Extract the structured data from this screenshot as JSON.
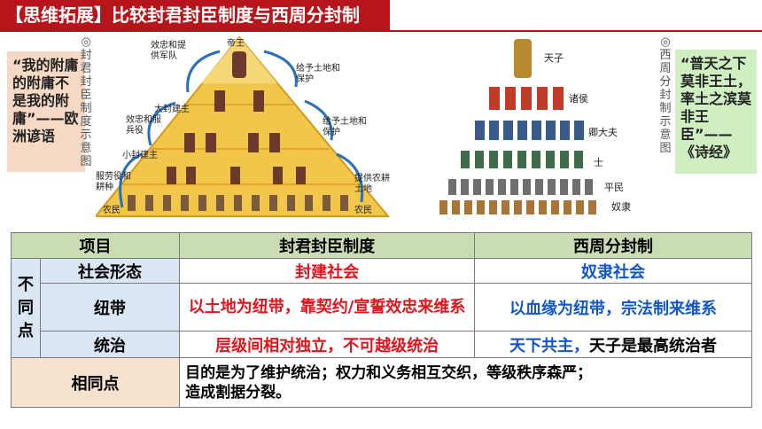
{
  "title": "【思维拓展】比较封君封臣制度与西周分封制",
  "quote_left": "“我的附庸的附庸不是我的附庸”——欧洲谚语",
  "quote_right": "“普天之下莫非王土，率土之滨莫非王臣”——《诗经》",
  "caption_left": "◎封君封臣制度示意图",
  "caption_right": "◎西周分封制示意图",
  "left_diagram": {
    "levels": [
      "帝王",
      "大封建主",
      "小封建主",
      "农民"
    ],
    "up_labels": [
      "效忠和提供军队",
      "效忠和服兵役",
      "服劳役和耕种"
    ],
    "down_labels": [
      "给予土地和保护",
      "给予土地和保护",
      "提供农耕土地"
    ]
  },
  "right_diagram": {
    "levels": [
      "天子",
      "诸侯",
      "卿大夫",
      "士",
      "平民",
      "奴隶"
    ]
  },
  "table": {
    "headers": [
      "项目",
      "封君封臣制度",
      "西周分封制"
    ],
    "side_label": "不同点",
    "rows": [
      {
        "item": "社会形态",
        "left": "封建社会",
        "right": "奴隶社会"
      },
      {
        "item": "纽带",
        "left": "以土地为纽带，靠契约/宣誓效忠来维系",
        "right": "以血缘为纽带，宗法制来维系"
      },
      {
        "item": "统治",
        "left": "层级间相对独立，不可越级统治",
        "right_a": "天下共主，",
        "right_b": "天子是最高统治者"
      }
    ],
    "same_label": "相同点",
    "same_text_1": "目的是为了维护统治；权力和义务相互交织，等级秩序森严；",
    "same_text_2": "造成割据分裂。"
  }
}
